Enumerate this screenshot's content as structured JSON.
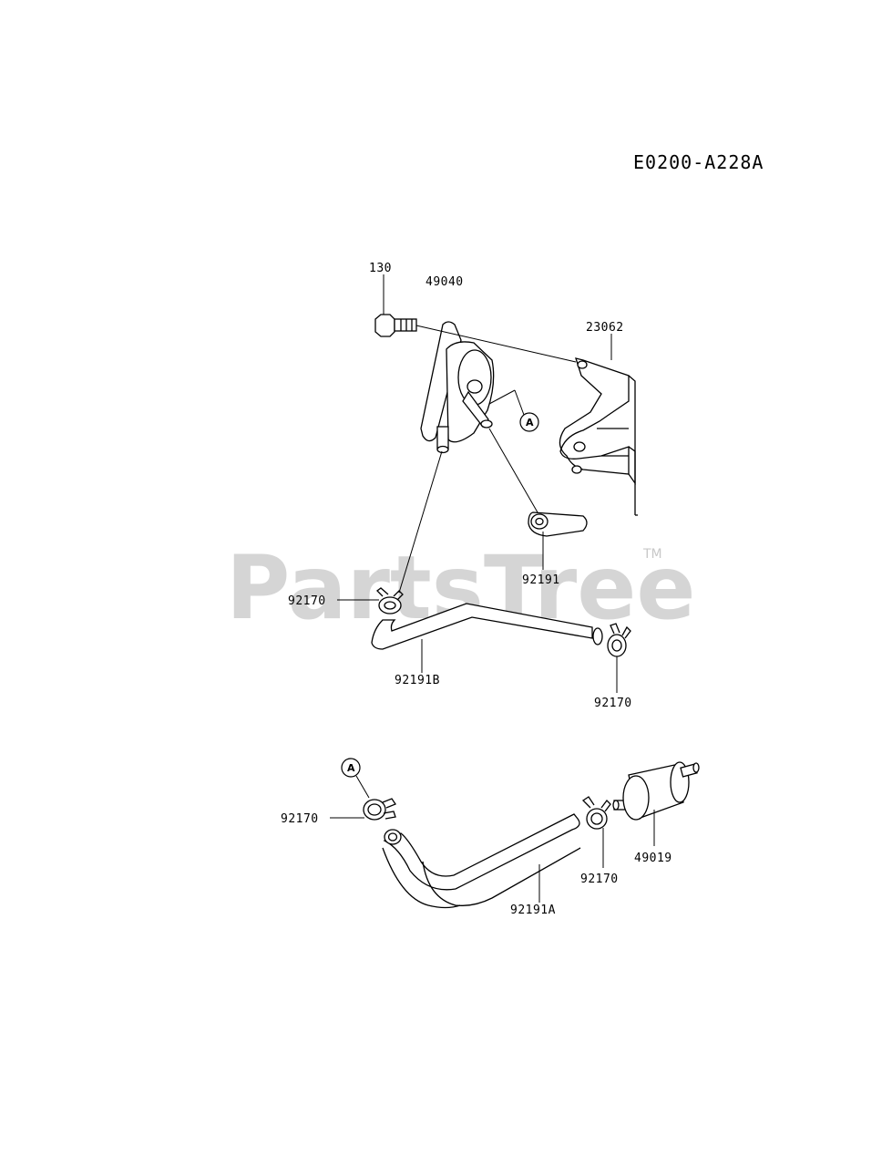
{
  "diagram": {
    "code": "E0200-A228A",
    "watermark": "PartsTree",
    "watermark_tm": "TM",
    "reference_marker": "A",
    "labels": {
      "bolt": "130",
      "fuel_pump": "49040",
      "bracket": "23062",
      "pump_outlet_hose": "92191",
      "clamp_upper_left": "92170",
      "hose_b": "92191B",
      "clamp_upper_right": "92170",
      "clamp_lower_left": "92170",
      "clamp_lower_right": "92170",
      "hose_a": "92191A",
      "fuel_filter": "49019"
    }
  }
}
